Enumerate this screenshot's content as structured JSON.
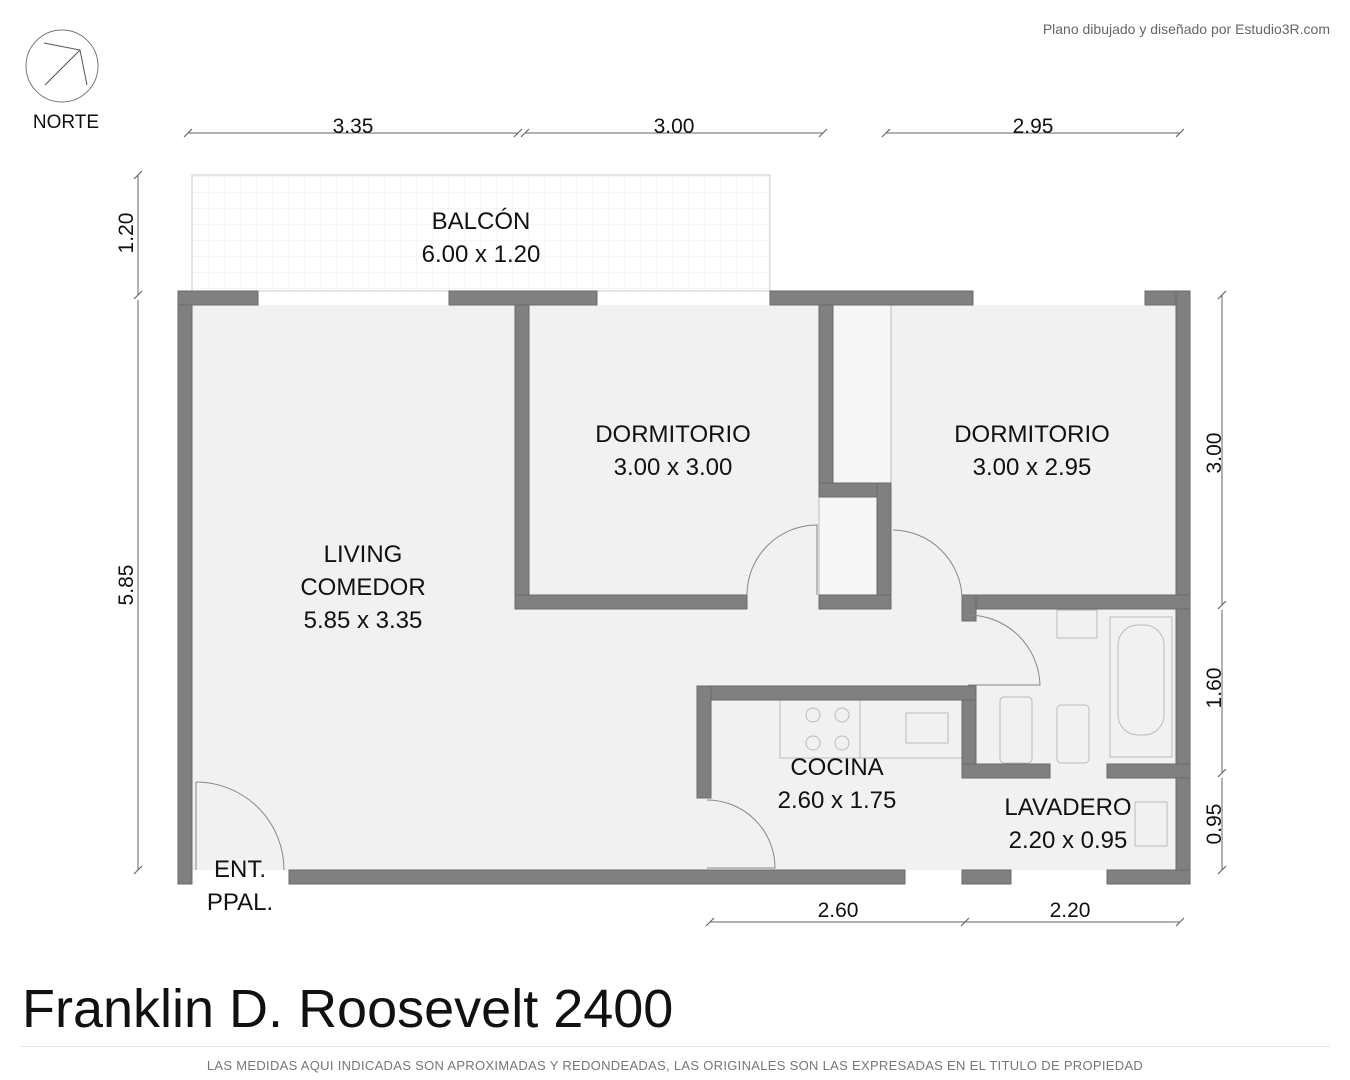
{
  "credit": "Plano dibujado y diseñado por Estudio3R.com",
  "compass": {
    "label": "NORTE"
  },
  "rooms": {
    "balcon": {
      "name": "BALCÓN",
      "size": "6.00 x 1.20"
    },
    "dorm1": {
      "name": "DORMITORIO",
      "size": "3.00 x 3.00"
    },
    "dorm2": {
      "name": "DORMITORIO",
      "size": "3.00 x 2.95"
    },
    "living": {
      "name1": "LIVING",
      "name2": "COMEDOR",
      "size": "5.85 x 3.35"
    },
    "cocina": {
      "name": "COCINA",
      "size": "2.60 x 1.75"
    },
    "lavadero": {
      "name": "LAVADERO",
      "size": "2.20 x 0.95"
    },
    "entrada": {
      "line1": "ENT.",
      "line2": "PPAL."
    }
  },
  "dimensions": {
    "top": [
      "3.35",
      "3.00",
      "2.95"
    ],
    "left": [
      "1.20",
      "5.85"
    ],
    "right": [
      "3.00",
      "1.60",
      "0.95"
    ],
    "bottom": [
      "2.60",
      "2.20"
    ]
  },
  "title": "Franklin D. Roosevelt 2400",
  "disclaimer": "LAS MEDIDAS AQUI INDICADAS SON APROXIMADAS Y REDONDEADAS, LAS ORIGINALES SON LAS EXPRESADAS EN EL TITULO DE PROPIEDAD",
  "colors": {
    "wall": "#808080",
    "floor": "#f1f1f1"
  }
}
